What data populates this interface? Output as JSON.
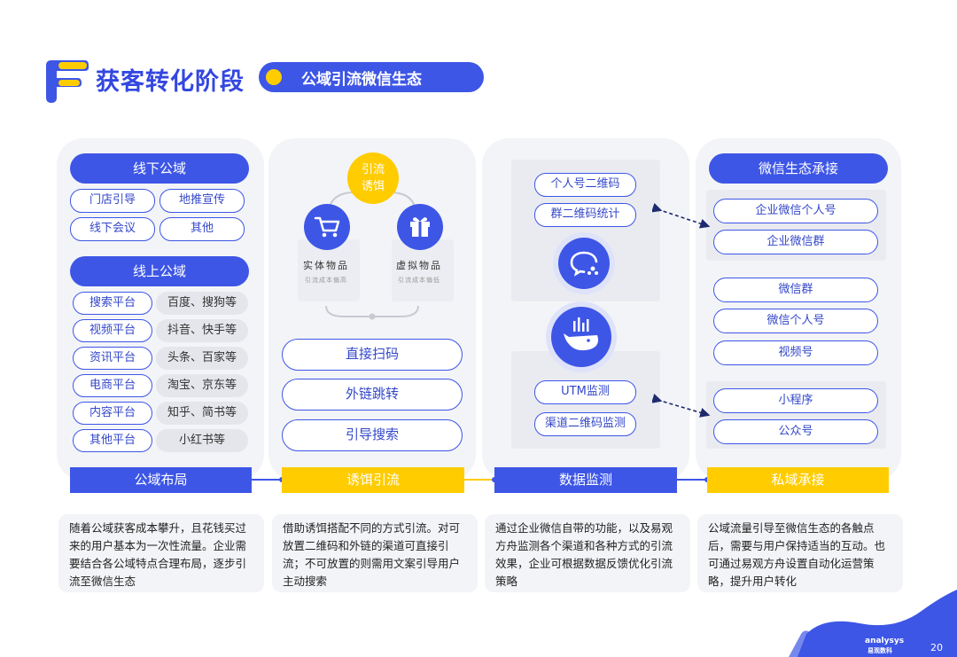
{
  "header": {
    "title": "获客转化阶段",
    "subtitle": "公域引流微信生态"
  },
  "col1": {
    "offline_header": "线下公域",
    "offline_items": [
      "门店引导",
      "地推宣传",
      "线下会议",
      "其他"
    ],
    "online_header": "线上公域",
    "online_rows": [
      {
        "platform": "搜索平台",
        "examples": "百度、搜狗等"
      },
      {
        "platform": "视频平台",
        "examples": "抖音、快手等"
      },
      {
        "platform": "资讯平台",
        "examples": "头条、百家等"
      },
      {
        "platform": "电商平台",
        "examples": "淘宝、京东等"
      },
      {
        "platform": "内容平台",
        "examples": "知乎、简书等"
      },
      {
        "platform": "其他平台",
        "examples": "小红书等"
      }
    ],
    "footer": "公域布局",
    "desc": "随着公域获客成本攀升，且花钱买过来的用户基本为一次性流量。企业需要结合各公域特点合理布局，逐步引流至微信生态"
  },
  "col2": {
    "bait": "引流诱饵",
    "physical_label": "实体物品",
    "physical_sub": "引流成本偏高",
    "virtual_label": "虚拟物品",
    "virtual_sub": "引流成本偏低",
    "methods": [
      "直接扫码",
      "外链跳转",
      "引导搜索"
    ],
    "footer": "诱饵引流",
    "desc": "借助诱饵搭配不同的方式引流。对可放置二维码和外链的渠道可直接引流；不可放置的则需用文案引导用户主动搜索"
  },
  "col3": {
    "top_items": [
      "个人号二维码",
      "群二维码统计"
    ],
    "bottom_items": [
      "UTM监测",
      "渠道二维码监测"
    ],
    "footer": "数据监测",
    "desc": "通过企业微信自带的功能，以及易观方舟监测各个渠道和各种方式的引流效果，企业可根据数据反馈优化引流策略"
  },
  "col4": {
    "header": "微信生态承接",
    "group1": [
      "企业微信个人号",
      "企业微信群"
    ],
    "group2": [
      "微信群",
      "微信个人号",
      "视频号"
    ],
    "group3": [
      "小程序",
      "公众号"
    ],
    "footer": "私域承接",
    "desc": "公域流量引导至微信生态的各触点后，需要与用户保持适当的互动。也可通过易观方舟设置自动化运营策略，提升用户转化"
  },
  "brand": {
    "name_en": "analysys",
    "name_cn": "易观数科",
    "page_number": "20"
  },
  "colors": {
    "primary": "#3d56e6",
    "accent": "#ffcc00",
    "panel": "#f3f4f7"
  }
}
